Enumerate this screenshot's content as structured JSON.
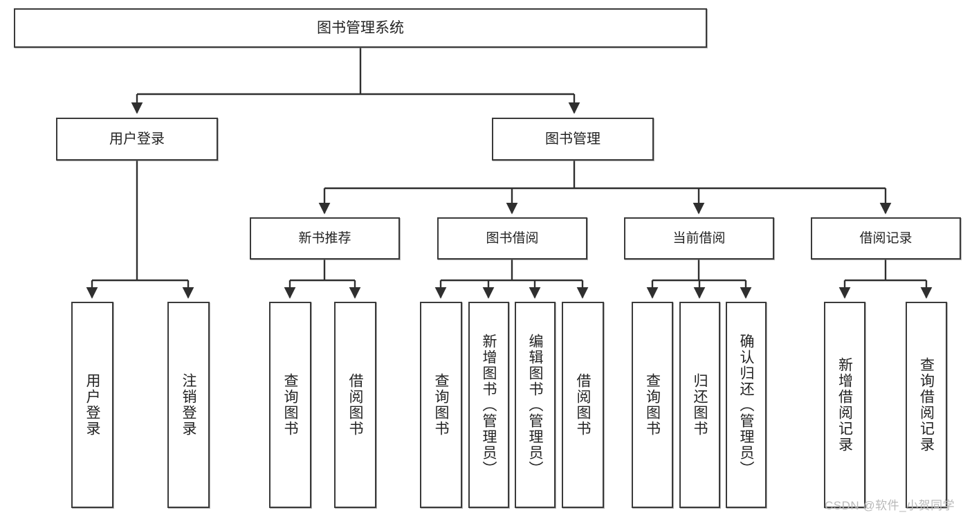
{
  "diagram": {
    "type": "tree",
    "title": "图书管理系统",
    "root": {
      "label": "图书管理系统"
    },
    "level2": [
      {
        "label": "用户登录"
      },
      {
        "label": "图书管理"
      }
    ],
    "level3": [
      {
        "label": "新书推荐"
      },
      {
        "label": "图书借阅"
      },
      {
        "label": "当前借阅"
      },
      {
        "label": "借阅记录"
      }
    ],
    "leaves": {
      "user_login": [
        {
          "label": "用户登录"
        },
        {
          "label": "注销登录"
        }
      ],
      "new_book": [
        {
          "label": "查询图书"
        },
        {
          "label": "借阅图书"
        }
      ],
      "book_borrow": [
        {
          "label": "查询图书"
        },
        {
          "label": "新增图书（管理员）"
        },
        {
          "label": "编辑图书（管理员）"
        },
        {
          "label": "借阅图书"
        }
      ],
      "current_borrow": [
        {
          "label": "查询图书"
        },
        {
          "label": "归还图书"
        },
        {
          "label": "确认归还（管理员）"
        }
      ],
      "borrow_record": [
        {
          "label": "新增借阅记录"
        },
        {
          "label": "查询借阅记录"
        }
      ]
    }
  },
  "watermark": {
    "text": "CSDN @软件_小贺同学"
  },
  "colors": {
    "border": "#3a3a3a",
    "text": "#232323",
    "background": "#ffffff",
    "watermark": "#b9b9b9"
  }
}
